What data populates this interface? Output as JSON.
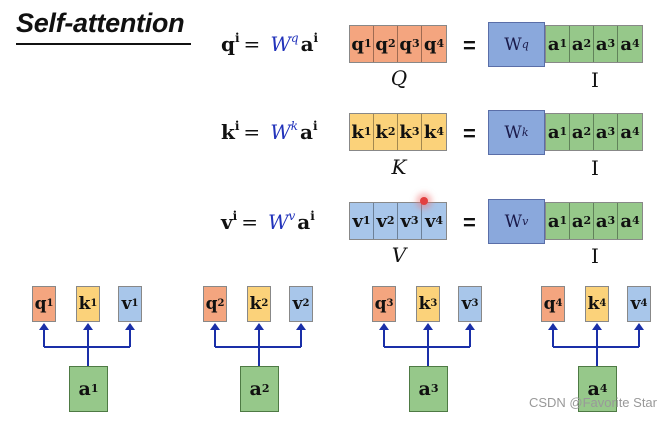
{
  "title": "Self-attention",
  "equations": [
    {
      "lhs": "q",
      "sup": "i",
      "w": "W",
      "wsup": "q",
      "a": "a",
      "asup": "i"
    },
    {
      "lhs": "k",
      "sup": "i",
      "w": "W",
      "wsup": "k",
      "a": "a",
      "asup": "i"
    },
    {
      "lhs": "v",
      "sup": "i",
      "w": "W",
      "wsup": "v",
      "a": "a",
      "asup": "i"
    }
  ],
  "equals": "=",
  "matrices": [
    {
      "label": "Q",
      "cells": [
        [
          "q",
          "1"
        ],
        [
          "q",
          "2"
        ],
        [
          "q",
          "3"
        ],
        [
          "q",
          "4"
        ]
      ],
      "w": "W",
      "wsup": "q",
      "input_label": "I"
    },
    {
      "label": "K",
      "cells": [
        [
          "k",
          "1"
        ],
        [
          "k",
          "2"
        ],
        [
          "k",
          "3"
        ],
        [
          "k",
          "4"
        ]
      ],
      "w": "W",
      "wsup": "k",
      "input_label": "I"
    },
    {
      "label": "V",
      "cells": [
        [
          "v",
          "1"
        ],
        [
          "v",
          "2"
        ],
        [
          "v",
          "3"
        ],
        [
          "v",
          "4"
        ]
      ],
      "w": "W",
      "wsup": "v",
      "input_label": "I"
    }
  ],
  "inputs": [
    [
      "a",
      "1"
    ],
    [
      "a",
      "2"
    ],
    [
      "a",
      "3"
    ],
    [
      "a",
      "4"
    ]
  ],
  "groups": [
    {
      "q": [
        "q",
        "1"
      ],
      "k": [
        "k",
        "1"
      ],
      "v": [
        "v",
        "1"
      ],
      "a": [
        "a",
        "1"
      ]
    },
    {
      "q": [
        "q",
        "2"
      ],
      "k": [
        "k",
        "2"
      ],
      "v": [
        "v",
        "2"
      ],
      "a": [
        "a",
        "2"
      ]
    },
    {
      "q": [
        "q",
        "3"
      ],
      "k": [
        "k",
        "3"
      ],
      "v": [
        "v",
        "3"
      ],
      "a": [
        "a",
        "3"
      ]
    },
    {
      "q": [
        "q",
        "4"
      ],
      "k": [
        "k",
        "4"
      ],
      "v": [
        "v",
        "4"
      ],
      "a": [
        "a",
        "4"
      ]
    }
  ],
  "colors": {
    "q": "#f4a57f",
    "k": "#fbd27a",
    "v": "#a8c6ea",
    "a": "#96c88a",
    "w": "#8aa8dc",
    "arrow": "#1a2fa8"
  },
  "watermark": "CSDN @Favorite Star"
}
